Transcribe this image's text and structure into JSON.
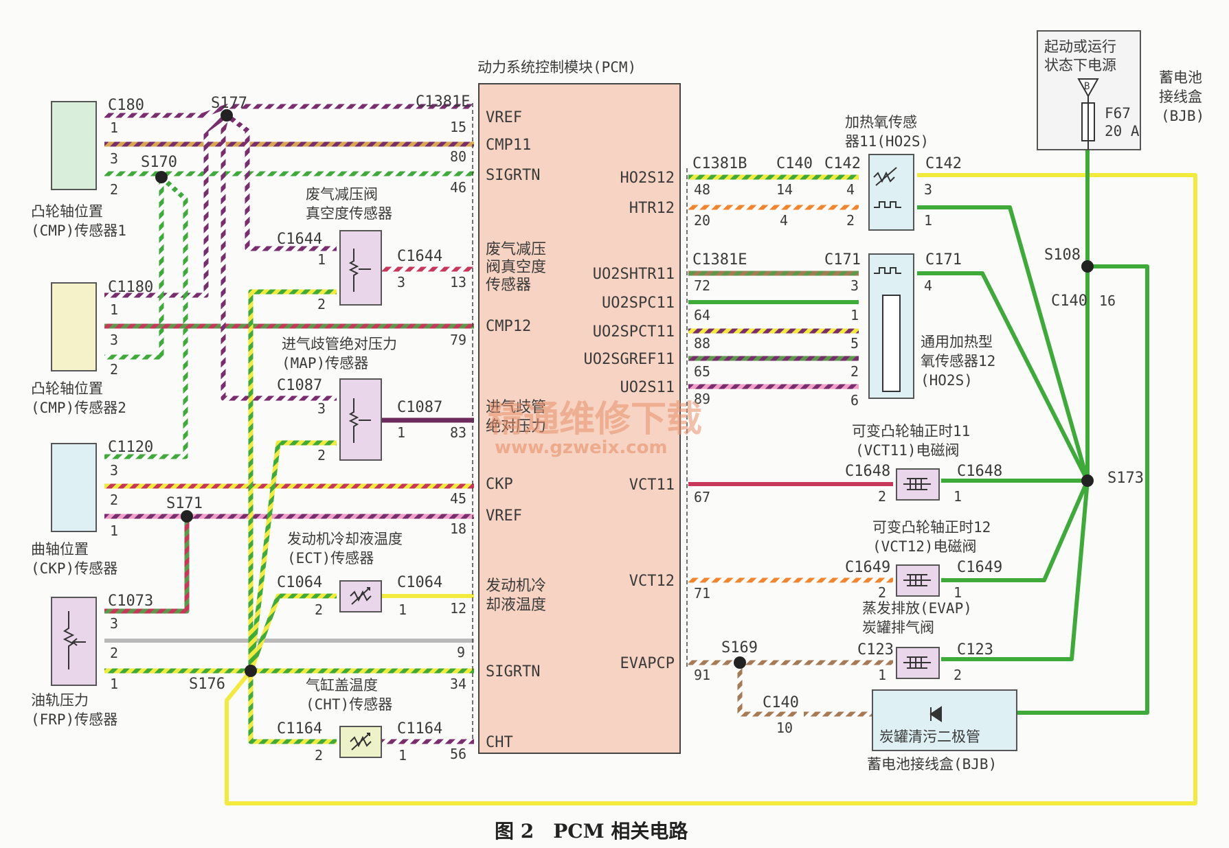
{
  "pcm": {
    "title": "动力系统控制模块(PCM)",
    "left_pins": {
      "vref1": "VREF",
      "cmp11": "CMP11",
      "sigrtn1": "SIGRTN",
      "evap_vac_1": "废气减压",
      "evap_vac_2": "阀真空度",
      "evap_vac_3": "传感器",
      "cmp12": "CMP12",
      "map_1": "进气歧管",
      "map_2": "绝对压力",
      "ckp": "CKP",
      "vref2": "VREF",
      "ect_1": "发动机冷",
      "ect_2": "却液温度",
      "sigrtn2": "SIGRTN",
      "cht": "CHT"
    },
    "right_pins": {
      "ho2s12": "HO2S12",
      "htr12": "HTR12",
      "uo2shtr11": "UO2SHTR11",
      "uo2spc11": "UO2SPC11",
      "uo2spct11": "UO2SPCT11",
      "uo2sgref11": "UO2SGREF11",
      "uo2s11": "UO2S11",
      "vct11": "VCT11",
      "vct12": "VCT12",
      "evapcp": "EVAPCP"
    }
  },
  "components": {
    "cmp1": {
      "name_1": "凸轮轴位置",
      "name_2": "(CMP)传感器1"
    },
    "cmp2": {
      "name_1": "凸轮轴位置",
      "name_2": "(CMP)传感器2"
    },
    "ckp": {
      "name_1": "曲轴位置",
      "name_2": "(CKP)传感器"
    },
    "frp": {
      "name_1": "油轨压力",
      "name_2": "(FRP)传感器"
    },
    "evap_sensor": {
      "name_1": "废气减压阀",
      "name_2": "真空度传感器"
    },
    "map": {
      "name_1": "进气歧管绝对压力",
      "name_2": "(MAP)传感器"
    },
    "ect": {
      "name_1": "发动机冷却液温度",
      "name_2": "(ECT)传感器"
    },
    "cht": {
      "name_1": "气缸盖温度",
      "name_2": "(CHT)传感器"
    },
    "ho2s11": {
      "name_1": "加热氧传感",
      "name_2": "器11(HO2S)"
    },
    "ho2s12": {
      "name_1": "通用加热型",
      "name_2": "氧传感器12",
      "name_3": "(HO2S)"
    },
    "vct11": {
      "name_1": "可变凸轮轴正时11",
      "name_2": "(VCT11)电磁阀"
    },
    "vct12": {
      "name_1": "可变凸轮轴正时12",
      "name_2": "(VCT12)电磁阀"
    },
    "evap_valve": {
      "name_1": "蒸发排放(EVAP)",
      "name_2": "炭罐排气阀"
    },
    "diode": {
      "name": "炭罐清污二极管",
      "box": "蓄电池接线盒(BJB)"
    },
    "bjb": {
      "power_1": "起动或运行",
      "power_2": "状态下电源",
      "label_1": "蓄电池",
      "label_2": "接线盒",
      "label_3": "(BJB)",
      "fuse": "F67",
      "amps": "20 A",
      "terminal": "B"
    }
  },
  "connectors": {
    "c180": "C180",
    "c1180": "C1180",
    "c1120": "C1120",
    "c1073": "C1073",
    "c1644": "C1644",
    "c1087": "C1087",
    "c1064": "C1064",
    "c1164": "C1164",
    "c1381e": "C1381E",
    "c1381b": "C1381B",
    "c140": "C140",
    "c142": "C142",
    "c171": "C171",
    "c1648": "C1648",
    "c1649": "C1649",
    "c123": "C123"
  },
  "splices": {
    "s177": "S177",
    "s170": "S170",
    "s171": "S171",
    "s176": "S176",
    "s169": "S169",
    "s108": "S108",
    "s173": "S173"
  },
  "pin_numbers": {
    "p1": "1",
    "p2": "2",
    "p3": "3",
    "p4": "4",
    "p5": "5",
    "p6": "6",
    "p9": "9",
    "p10": "10",
    "p12": "12",
    "p13": "13",
    "p14": "14",
    "p15": "15",
    "p16": "16",
    "p18": "18",
    "p20": "20",
    "p34": "34",
    "p45": "45",
    "p46": "46",
    "p48": "48",
    "p56": "56",
    "p64": "64",
    "p65": "65",
    "p67": "67",
    "p71": "71",
    "p72": "72",
    "p79": "79",
    "p80": "80",
    "p83": "83",
    "p88": "88",
    "p89": "89",
    "p91": "91"
  },
  "watermark": {
    "line1": "精通维修下载",
    "line2": "www.gzweix.com"
  },
  "caption": "图 2　PCM 相关电路",
  "colors": {
    "green": "#3daa3a",
    "yellow": "#f2ea3c",
    "pcm_fill": "#f6d3c2",
    "purple": "#7a2d6e",
    "red": "#c8365a",
    "orange": "#f2852c",
    "brown": "#a57a55",
    "gray": "#b9b9b9"
  }
}
